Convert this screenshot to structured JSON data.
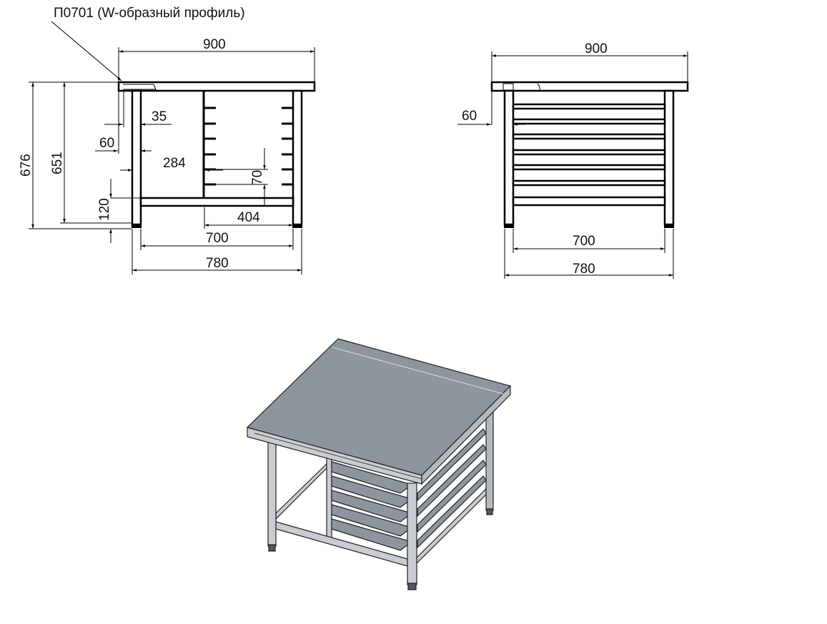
{
  "title": "Стол-подставка с направляющими — чертёж",
  "callout": "П0701 (W-образный профиль)",
  "front_view": {
    "dims": {
      "width_top": "900",
      "height_total": "676",
      "height_frame": "651",
      "offset_35": "35",
      "offset_60": "60",
      "divider_284": "284",
      "pitch_70": "70",
      "rail_120": "120",
      "bay_404": "404",
      "inner_700": "700",
      "outer_780": "780"
    }
  },
  "side_view": {
    "dims": {
      "width_top": "900",
      "offset_60": "60",
      "inner_700": "700",
      "outer_780": "780"
    }
  },
  "colors": {
    "top_surface": "#8f959d",
    "edge": "#c9cdd3",
    "frame": "#b5bac1"
  }
}
